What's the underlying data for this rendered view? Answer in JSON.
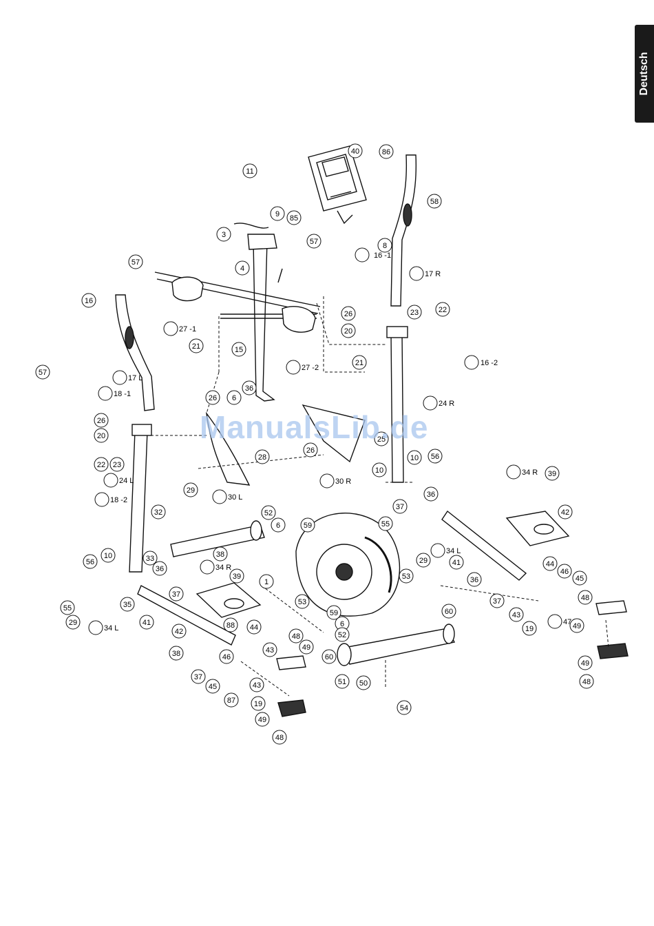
{
  "language_tab": "Deutsch",
  "watermark": "ManualsLib.de",
  "diagram": {
    "type": "exploded-parts-view",
    "callouts": [
      "40",
      "86",
      "58",
      "11",
      "9",
      "85",
      "3",
      "57",
      "16 -1",
      "8",
      "4",
      "17 R",
      "57",
      "16",
      "27 -1",
      "26",
      "20",
      "23",
      "22",
      "21",
      "15",
      "27 -2",
      "21",
      "16 -2",
      "57",
      "17 L",
      "18 -1",
      "26",
      "20",
      "22",
      "23",
      "24 L",
      "18 -2",
      "36",
      "6",
      "26",
      "25",
      "26",
      "24 R",
      "28",
      "10",
      "56",
      "30 R",
      "29",
      "30 L",
      "10",
      "34 R",
      "39",
      "36",
      "32",
      "52",
      "6",
      "59",
      "37",
      "55",
      "42",
      "1",
      "29",
      "34 L",
      "41",
      "33",
      "38",
      "56",
      "10",
      "36",
      "34 R",
      "39",
      "36",
      "53",
      "44",
      "46",
      "45",
      "37",
      "35",
      "55",
      "29",
      "34 L",
      "41",
      "42",
      "88",
      "53",
      "37",
      "43",
      "48",
      "60",
      "47 R",
      "49",
      "59",
      "6",
      "52",
      "44",
      "19",
      "48",
      "43",
      "49",
      "46",
      "60",
      "38",
      "37",
      "45",
      "43",
      "51",
      "50",
      "54",
      "87",
      "19",
      "49",
      "48",
      "49",
      "48"
    ]
  }
}
